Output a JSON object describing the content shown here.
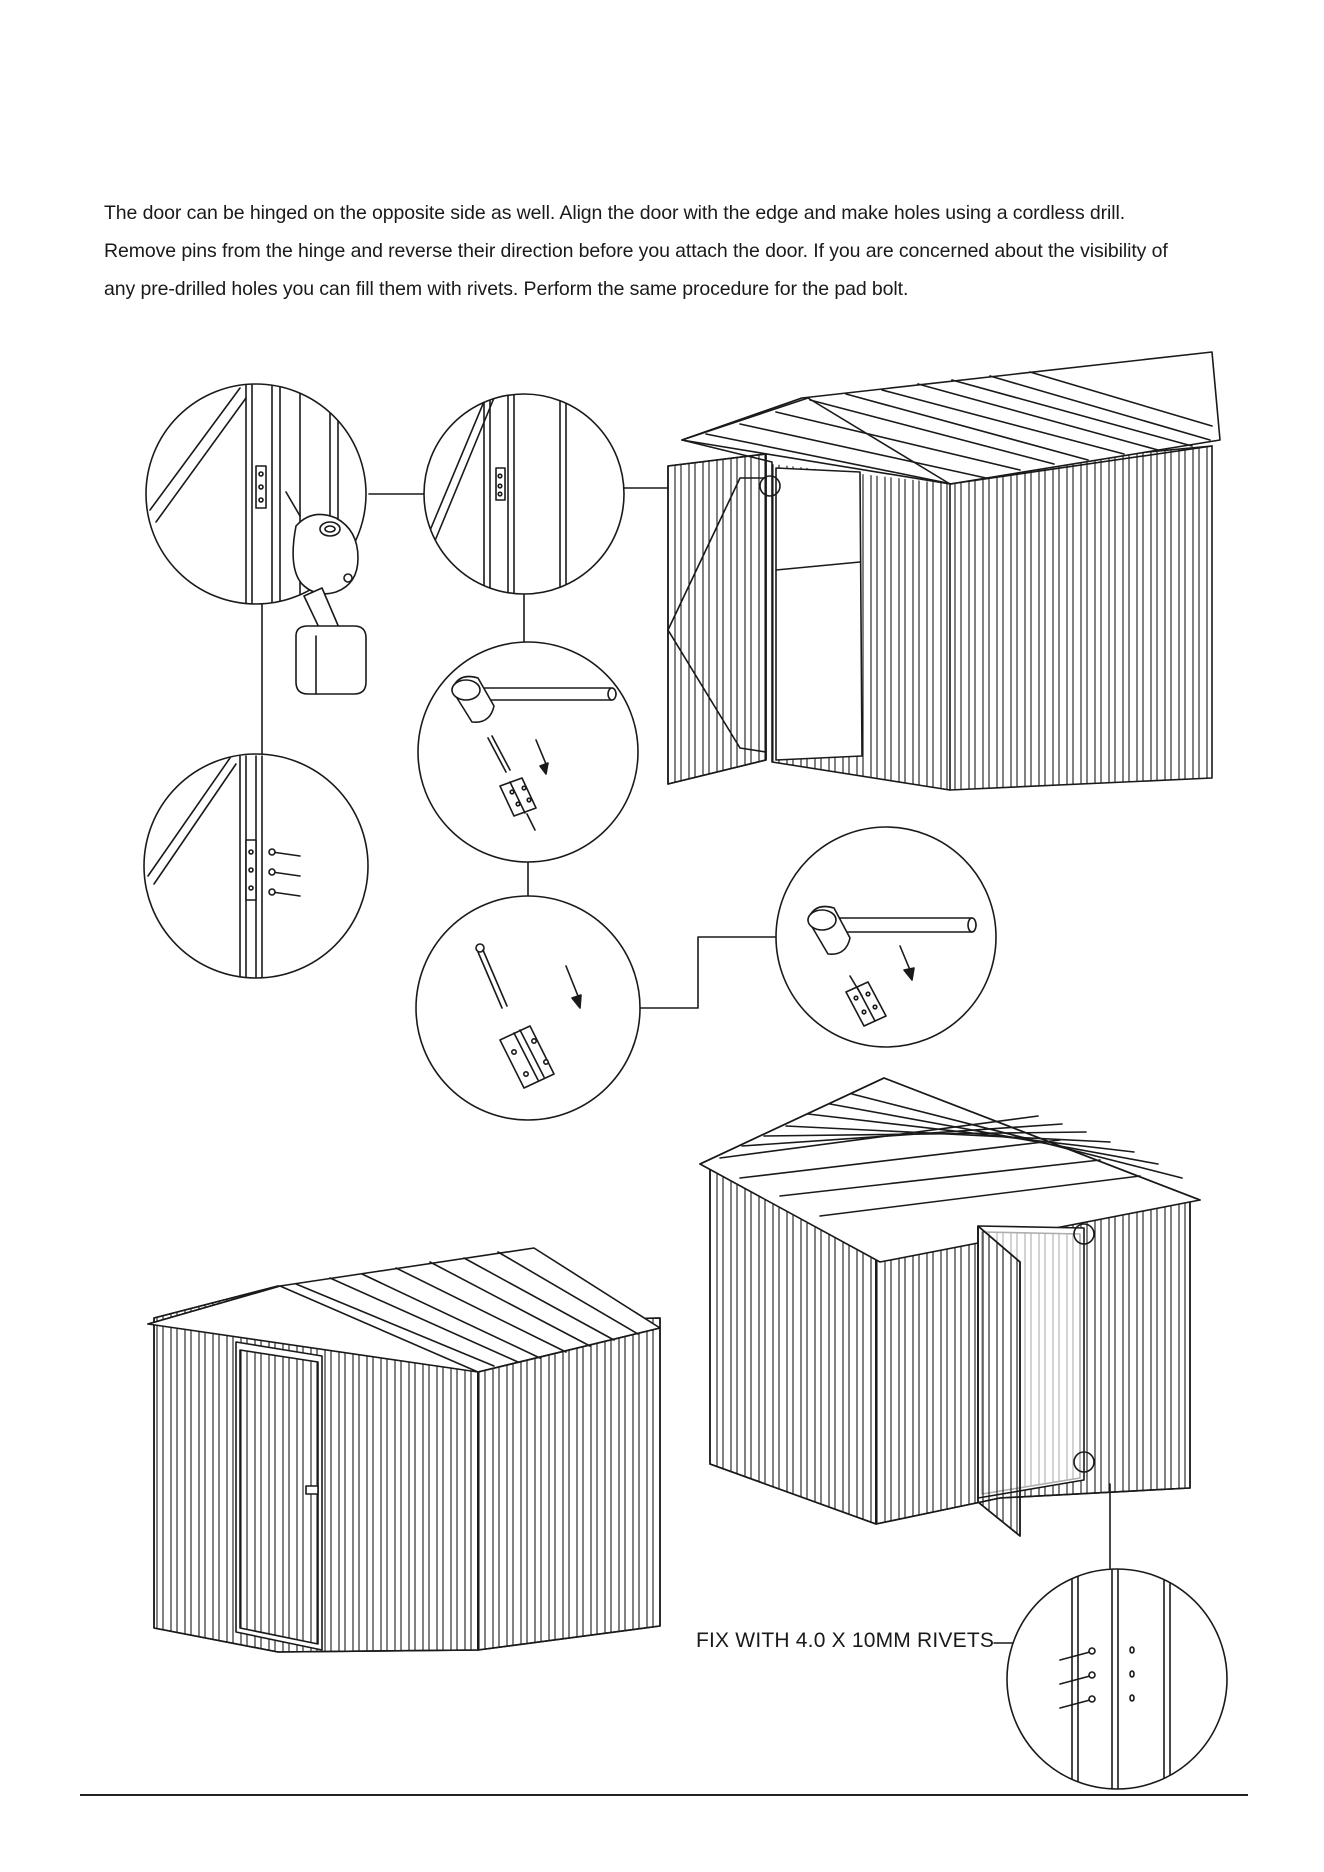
{
  "instructions": {
    "line1": "The door can be hinged on the opposite side as well. Align the door with the edge and make holes using a cordless drill.",
    "line2": "Remove pins from the hinge and reverse their direction before you attach the door. If you are concerned about the visibility of",
    "line3": "any pre-drilled holes you can fill them with rivets. Perform the same procedure for the pad bolt."
  },
  "callout": {
    "rivets_label": "FIX WITH 4.0 X 10MM RIVETS"
  },
  "colors": {
    "line": "#1a1a1a",
    "fill": "#ffffff"
  }
}
